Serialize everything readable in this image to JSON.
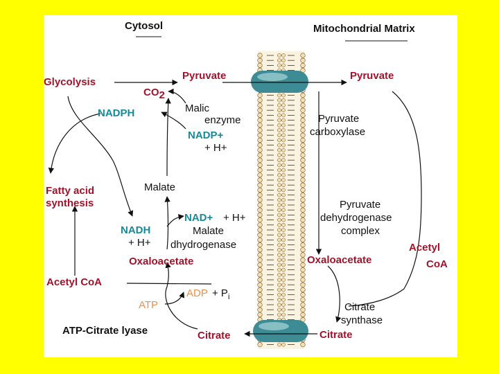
{
  "colors": {
    "slide_background": "#ffff00",
    "panel_background": "#ffffff",
    "metabolite": "#a3122a",
    "cofactor": "#16899a",
    "atp_label": "#e9904e",
    "text": "#111111",
    "membrane_head": "#f6dfae",
    "transporter": "#3c8b95"
  },
  "labels": {
    "cytosol": "Cytosol",
    "matrix": "Mitochondrial Matrix",
    "glycolysis": "Glycolysis",
    "pyruvate_cyto": "Pyruvate",
    "co2_main": "CO",
    "co2_sub": "2",
    "nadph": "NADPH",
    "malic_1": "Malic",
    "malic_2": "enzyme",
    "nadp": "NADP+",
    "hplus_1": "+ H+",
    "fatty_1": "Fatty acid",
    "fatty_2": "synthesis",
    "malate": "Malate",
    "nad": "NAD+",
    "nad_h": "+ H+",
    "malate_dh_1": "Malate",
    "malate_dh_2": "dhydrogenase",
    "nadh": "NADH",
    "nadh_h": "+ H+",
    "oaa_cyto": "Oxaloacetate",
    "acetylcoa_cyto": "Acetyl CoA",
    "adp_main": "ADP",
    "adp_pi": "+ P",
    "adp_i": "i",
    "atp": "ATP",
    "lyase": "ATP-Citrate lyase",
    "citrate_cyto": "Citrate",
    "pyruvate_mito": "Pyruvate",
    "pc_1": "Pyruvate",
    "pc_2": "carboxylase",
    "pdh_1": "Pyruvate",
    "pdh_2": "dehydrogenase",
    "pdh_3": "complex",
    "acetyl_1": "Acetyl",
    "acetyl_2": "CoA",
    "oaa_mito": "Oxaloacetate",
    "cs_1": "Citrate",
    "cs_2": "synthase",
    "citrate_mito": "Citrate"
  }
}
